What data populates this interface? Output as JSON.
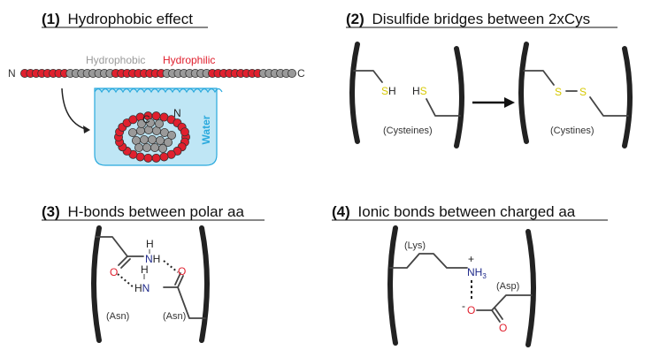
{
  "panel1": {
    "title_num": "(1)",
    "title_text": "Hydrophobic effect",
    "n_label": "N",
    "c_label": "C",
    "hydrophobic_label": "Hydrophobic",
    "hydrophilic_label": "Hydrophilic",
    "water_label": "Water",
    "folded_n": "N",
    "folded_c": "C",
    "colors": {
      "hydrophobic": "#9a9a9a",
      "hydrophilic": "#e0202e",
      "water": "#bfe6f5",
      "water_edge": "#29a9dd"
    }
  },
  "panel2": {
    "title_num": "(2)",
    "title_text": "Disulfide bridges between 2xCys",
    "sh_left_s": "S",
    "sh_left_h": "H",
    "sh_right_h": "H",
    "sh_right_s": "S",
    "cysteines_label": "(Cysteines)",
    "s1": "S",
    "s2": "S",
    "cystines_label": "(Cystines)",
    "colors": {
      "sulfur": "#d6c800"
    }
  },
  "panel3": {
    "title_num": "(3)",
    "title_text": "H-bonds between polar aa",
    "h_top": "H",
    "n_top": "N",
    "h_top_right": "H",
    "o_left": "O",
    "h_bottom": "H",
    "n_bottom": "N",
    "h_bottom_left": "H",
    "o_right": "O",
    "asn_left": "(Asn)",
    "asn_right": "(Asn)",
    "colors": {
      "oxygen": "#e0202e",
      "nitrogen": "#1f2a8a"
    }
  },
  "panel4": {
    "title_num": "(4)",
    "title_text": "Ionic bonds between charged aa",
    "lys_label": "(Lys)",
    "asp_label": "(Asp)",
    "plus": "+",
    "nh": "NH",
    "nh_sub": "3",
    "minus": "-",
    "o_minus": "O",
    "o_double": "O",
    "colors": {
      "oxygen": "#e0202e",
      "nitrogen": "#1f2a8a"
    }
  }
}
